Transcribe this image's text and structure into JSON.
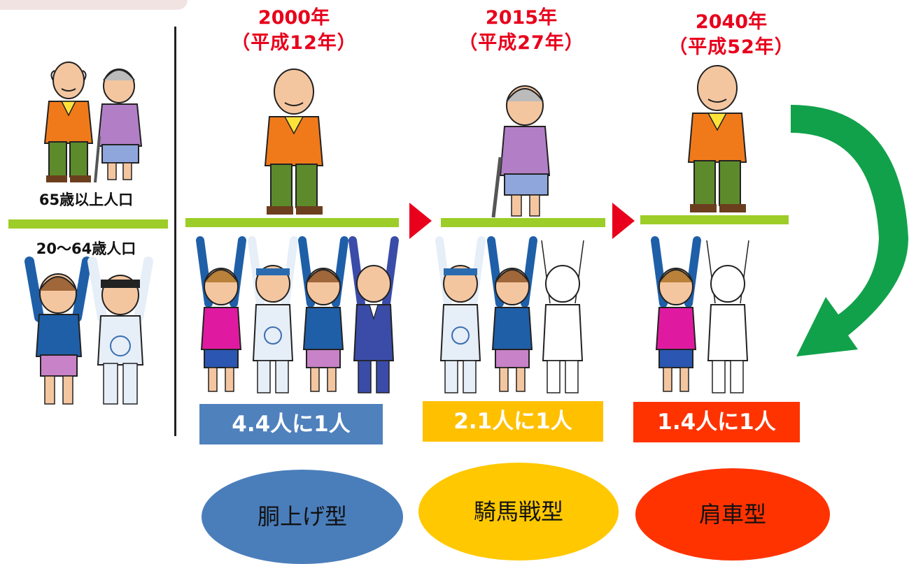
{
  "legend": {
    "senior_label": "65歳以上人口",
    "working_label": "20〜64歳人口"
  },
  "periods": [
    {
      "year": "2000年",
      "era": "（平成12年）",
      "ratio": "4.4人に1人",
      "type": "胴上げ型",
      "ratio_color": "#4f81bd",
      "type_color": "#4a7ebb",
      "supporters": 4
    },
    {
      "year": "2015年",
      "era": "（平成27年）",
      "ratio": "2.1人に1人",
      "type": "騎馬戦型",
      "ratio_color": "#ffc000",
      "type_color": "#ffc800",
      "supporters": 3
    },
    {
      "year": "2040年",
      "era": "（平成52年）",
      "ratio": "1.4人に1人",
      "type": "肩車型",
      "ratio_color": "#ff3300",
      "type_color": "#ff3300",
      "supporters": 2
    }
  ],
  "colors": {
    "year_text": "#e8001c",
    "bar": "#9ccd28",
    "arrow": "#12a14b",
    "triangle": "#e8001c"
  }
}
